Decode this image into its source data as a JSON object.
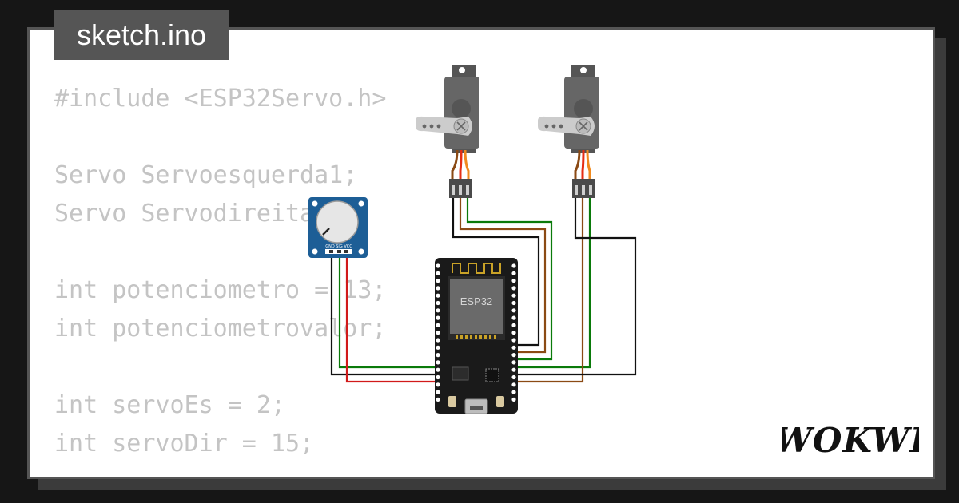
{
  "file_tab": {
    "label": "sketch.ino"
  },
  "code_lines": [
    "#include <ESP32Servo.h>",
    "",
    "Servo Servoesquerda1;",
    "Servo Servodireita1;",
    "",
    "int potenciometro = 13;",
    "int potenciometrovalor;",
    "",
    "int servoEs = 2;",
    "int servoDir = 15;"
  ],
  "board": {
    "label": "ESP32"
  },
  "potentiometer": {
    "pin_labels": "GND SIG VCC"
  },
  "brand": {
    "logo_text": "WOKWI"
  },
  "colors": {
    "background": "#161616",
    "card": "#ffffff",
    "tab": "#555555",
    "code_text": "#c4c4c4",
    "wire_green": "#0a7a0a",
    "wire_brown": "#8b4a14",
    "wire_red": "#d11a1a",
    "wire_black": "#111111"
  }
}
